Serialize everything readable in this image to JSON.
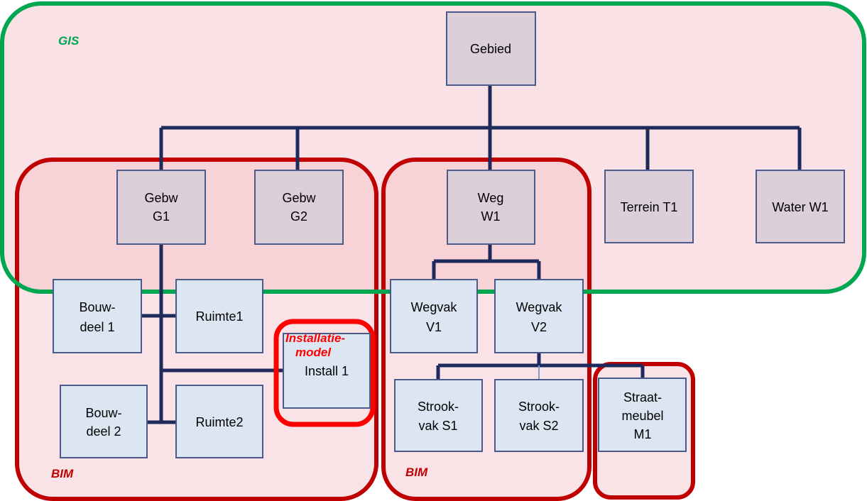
{
  "regions": {
    "gis": {
      "label": "GIS",
      "color": "#00a650"
    },
    "bim_left": {
      "label": "BIM",
      "color": "#c00000"
    },
    "bim_mid": {
      "label": "BIM",
      "color": "#c00000"
    },
    "installatie": {
      "label_line1": "Installatie-",
      "label_line2": "model",
      "color": "#ff0000"
    }
  },
  "nodes": {
    "gebied": {
      "line1": "Gebied"
    },
    "gebw_g1": {
      "line1": "Gebw",
      "line2": "G1"
    },
    "gebw_g2": {
      "line1": "Gebw",
      "line2": "G2"
    },
    "weg_w1": {
      "line1": "Weg",
      "line2": "W1"
    },
    "terrein_t1": {
      "line1": "Terrein T1"
    },
    "water_w1": {
      "line1": "Water W1"
    },
    "bouwdeel1": {
      "line1": "Bouw-",
      "line2": "deel 1"
    },
    "ruimte1": {
      "line1": "Ruimte1"
    },
    "install1": {
      "line1": "Install 1"
    },
    "bouwdeel2": {
      "line1": "Bouw-",
      "line2": "deel 2"
    },
    "ruimte2": {
      "line1": "Ruimte2"
    },
    "wegvak_v1": {
      "line1": "Wegvak",
      "line2": "V1"
    },
    "wegvak_v2": {
      "line1": "Wegvak",
      "line2": "V2"
    },
    "strookvak_s1": {
      "line1": "Strook-",
      "line2": "vak S1"
    },
    "strookvak_s2": {
      "line1": "Strook-",
      "line2": "vak S2"
    },
    "straatmeubel_m1": {
      "line1": "Straat-",
      "line2": "meubel",
      "line3": "M1"
    }
  },
  "colors": {
    "connector": "#1f2a5c",
    "node_top_fill": "#dccfd9",
    "node_fill": "#dce6f2",
    "node_stroke": "#4a5a8a"
  }
}
